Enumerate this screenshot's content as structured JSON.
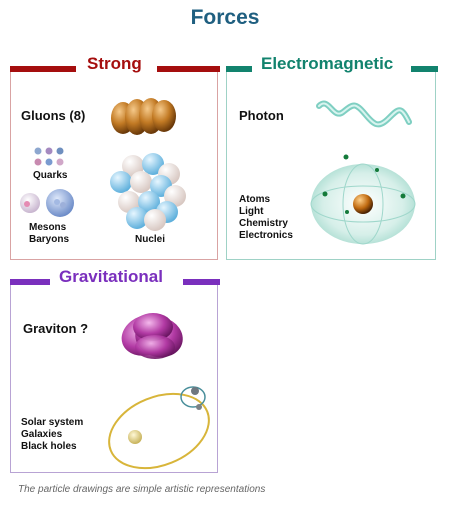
{
  "title": "Forces",
  "colors": {
    "title": "#1f5f80",
    "strong": "#a50e0e",
    "electromagnetic": "#12836e",
    "gravitational": "#7a2fbd"
  },
  "strong": {
    "heading": "Strong",
    "gluons_label": "Gluons (8)",
    "quarks_label": "Quarks",
    "mesons_label": "Mesons",
    "baryons_label": "Baryons",
    "nuclei_label": "Nuclei"
  },
  "electromagnetic": {
    "heading": "Electromagnetic",
    "photon_label": "Photon",
    "examples": [
      "Atoms",
      "Light",
      "Chemistry",
      "Electronics"
    ]
  },
  "gravitational": {
    "heading": "Gravitational",
    "graviton_label": "Graviton ?",
    "examples": [
      "Solar system",
      "Galaxies",
      "Black holes"
    ]
  },
  "footnote": "The particle drawings are simple artistic representations"
}
